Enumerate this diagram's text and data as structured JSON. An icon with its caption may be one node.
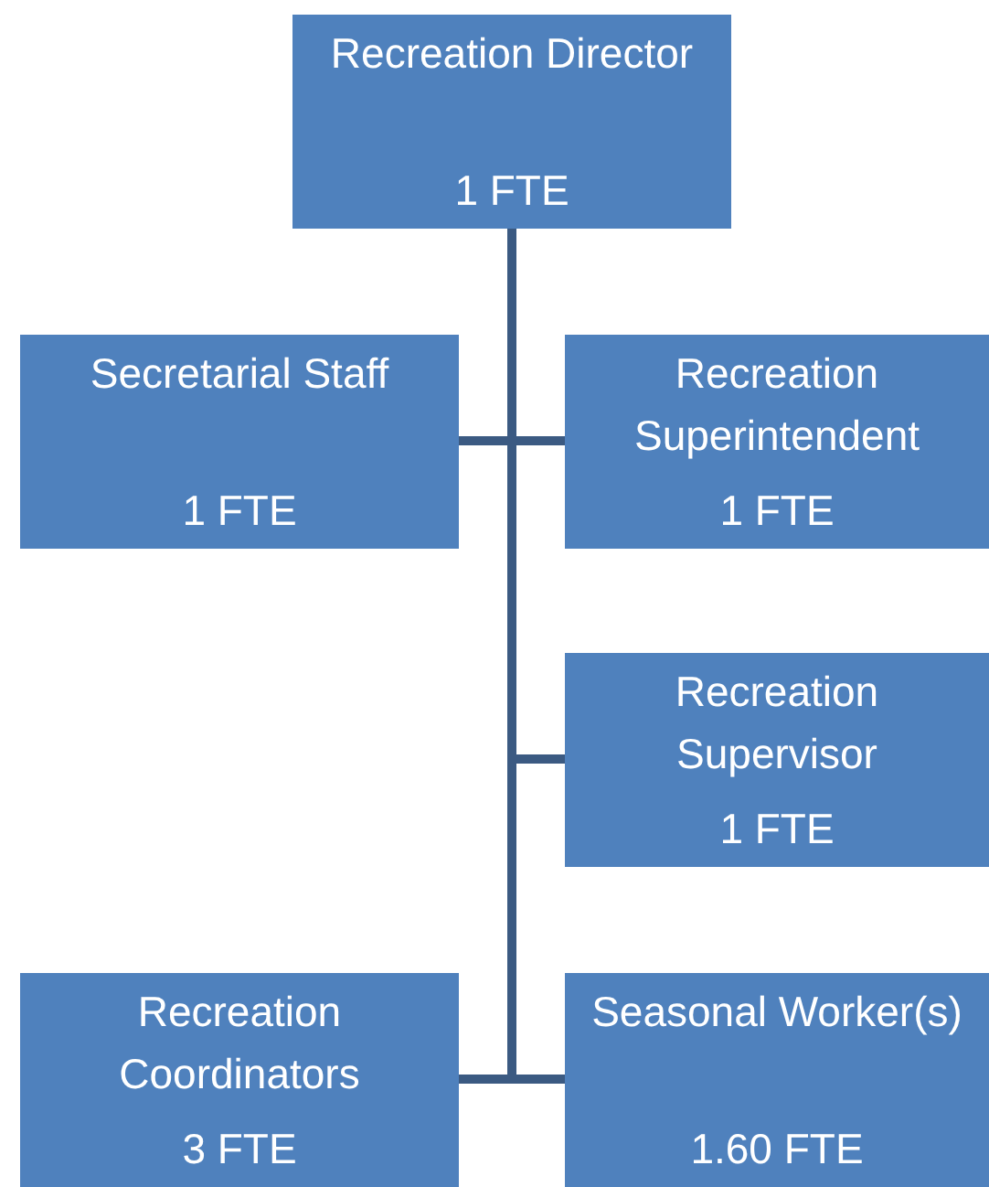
{
  "diagram": {
    "nodes": [
      {
        "text": [
          "Recreation Director",
          "1 FTE"
        ]
      },
      {
        "text": [
          "Secretarial Staff",
          "1 FTE"
        ]
      },
      {
        "text": [
          "Recreation Superintendent",
          "1 FTE"
        ]
      },
      {
        "text": [
          "Recreation Supervisor",
          "1 FTE"
        ]
      },
      {
        "text": [
          "Recreation Coordinators",
          "3 FTE"
        ]
      },
      {
        "text": [
          "Seasonal Worker(s)",
          "1.60 FTE"
        ]
      }
    ],
    "edges": [
      {
        "from": 0,
        "to": 1,
        "arrow": "none"
      },
      {
        "from": 0,
        "to": 2,
        "arrow": "none"
      },
      {
        "from": 0,
        "to": 3,
        "arrow": "none"
      },
      {
        "from": 0,
        "to": 4,
        "arrow": "none"
      },
      {
        "from": 0,
        "to": 5,
        "arrow": "none"
      }
    ]
  }
}
